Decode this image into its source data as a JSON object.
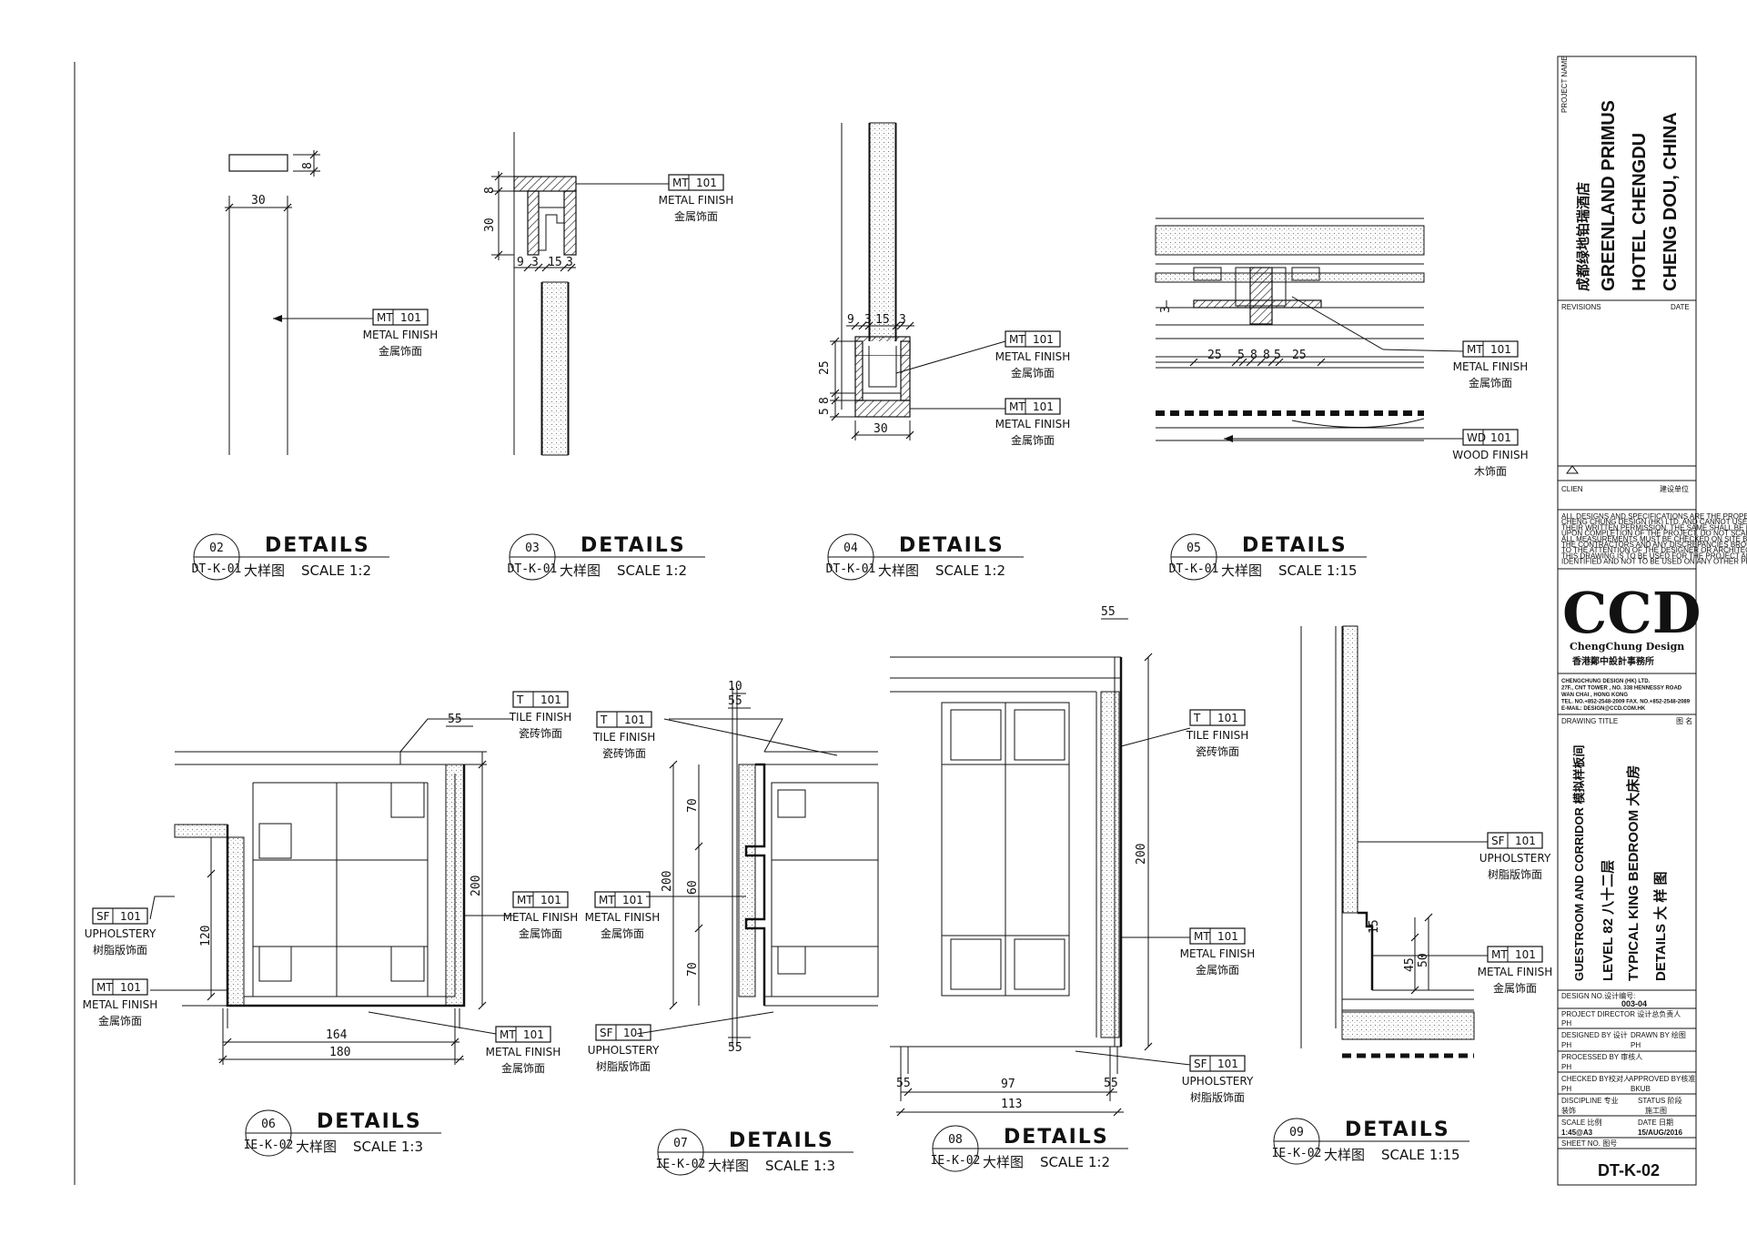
{
  "title_block": {
    "project_name_label": "PROJECT NAME",
    "project_cn": "成都绿地铂瑞酒店",
    "project_lines": [
      "GREENLAND PRIMUS",
      "HOTEL CHENGDU",
      "CHENG DOU, CHINA"
    ],
    "revisions_label": "REVISIONS",
    "date_label": "DATE",
    "client_label": "CLIEN",
    "client_cn": "建设单位",
    "disclaimer": [
      "ALL DESIGNS AND SPECIFICATIONS ARE THE PROPERTY OF",
      "CHENG CHUNG DESIGN (HK) LTD. AND CANNOT USED WITHOUT",
      "THEIR WRITTEN PERMISSION. THE SAME SHALL BE RETURNED",
      "UPON COMPLETION OF THE PROJECT. DO NOT SCALE DRAWINGS.",
      "ALL MEASUREMENTS MUST BE CHECKED ON SITE BY",
      "THE CONTRACTORS AND ANY DISCREPANCIES BROUGHT",
      "TO THE ATTENTION OF THE DESIGNER OR ARCHITECT.",
      "THIS DRAWING IS TO BE USED FOR THE PROJECT AND SITE",
      "IDENTIFIED AND NOT TO BE USED ON ANY OTHER PROJECT."
    ],
    "logo": "CCD",
    "logo_sub": "ChengChung Design",
    "logo_cn": "香港鄭中設計事務所",
    "company": [
      "CHENGCHUNG DESIGN (HK) LTD.",
      "27F., CNT TOWER , NO. 338 HENNESSY ROAD",
      "WAN CHAI , HONG KONG",
      "TEL. NO.+852-2548-2009  FAX. NO.+852-2548-2089",
      "E-MAIL: DESIGN@CCD.COM.HK"
    ],
    "drawing_title_label": "DRAWING TITLE",
    "drawing_title_cn_label": "图 名",
    "title_col1": "GUESTROOM AND CORRIDOR  模拟样板间",
    "title_col2": "LEVEL 82   八十二层",
    "title_col3": "TYPICAL KING BEDROOM  大床房",
    "title_col4": "DETAILS                  大 样 图",
    "design_no_label": "DESIGN NO.设计编号:",
    "design_no": "003-04",
    "project_director_label": "PROJECT DIRECTOR  设计总负责人",
    "project_director": "PH",
    "designed_by_label": "DESIGNED BY  设计",
    "drawn_by_label": "DRAWN BY  绘图",
    "designed_by": "PH",
    "drawn_by": "PH",
    "processed_by_label": "PROCESSED BY 审核人",
    "processed_by": "PH",
    "checked_by_label": "CHECKED BY校对人",
    "approved_by_label": "APPROVED BY核准",
    "checked_by": "PH",
    "approved_by": "BKUB",
    "discipline_label": "DISCIPLINE  专业",
    "status_label": "STATUS  阶段",
    "discipline": "装饰",
    "status": "施工图",
    "scale_label": "SCALE  比例",
    "date_label2": "DATE   日期",
    "scale": "1:45@A3",
    "date": "15/AUG/2016",
    "sheet_no_label": "SHEET NO. 图号",
    "sheet_no": "DT-K-02"
  },
  "details": [
    {
      "num": "02",
      "ref": "DT-K-01",
      "title": "DETAILS",
      "cn": "大样图",
      "scale": "SCALE  1:2"
    },
    {
      "num": "03",
      "ref": "DT-K-01",
      "title": "DETAILS",
      "cn": "大样图",
      "scale": "SCALE  1:2"
    },
    {
      "num": "04",
      "ref": "DT-K-01",
      "title": "DETAILS",
      "cn": "大样图",
      "scale": "SCALE  1:2"
    },
    {
      "num": "05",
      "ref": "DT-K-01",
      "title": "DETAILS",
      "cn": "大样图",
      "scale": "SCALE  1:15"
    },
    {
      "num": "06",
      "ref": "IE-K-02",
      "title": "DETAILS",
      "cn": "大样图",
      "scale": "SCALE  1:3"
    },
    {
      "num": "07",
      "ref": "IE-K-02",
      "title": "DETAILS",
      "cn": "大样图",
      "scale": "SCALE  1:3"
    },
    {
      "num": "08",
      "ref": "IE-K-02",
      "title": "DETAILS",
      "cn": "大样图",
      "scale": "SCALE  1:2"
    },
    {
      "num": "09",
      "ref": "IE-K-02",
      "title": "DETAILS",
      "cn": "大样图",
      "scale": "SCALE  1:15"
    }
  ],
  "tags": {
    "mt": {
      "code": "MT",
      "num": "101",
      "en": "METAL FINISH",
      "cn": "金属饰面"
    },
    "wd": {
      "code": "WD",
      "num": "101",
      "en": "WOOD FINISH",
      "cn": "木饰面"
    },
    "t": {
      "code": "T",
      "num": "101",
      "en": "TILE FINISH",
      "cn": "瓷砖饰面"
    },
    "sf": {
      "code": "SF",
      "num": "101",
      "en": "UPHOLSTERY",
      "cn": "树脂版饰面"
    }
  },
  "dims": {
    "d02": [
      "8",
      "30"
    ],
    "d03": [
      "8",
      "30",
      "9",
      "3",
      "15",
      "3"
    ],
    "d04": [
      "9",
      "3",
      "15",
      "3",
      "25",
      "8",
      "5",
      "30"
    ],
    "d05": [
      "3",
      "25",
      "5",
      "8",
      "8",
      "5",
      "25"
    ],
    "d06": [
      "55",
      "200",
      "120",
      "164",
      "180"
    ],
    "d07": [
      "10",
      "55",
      "70",
      "200",
      "60",
      "70",
      "55"
    ],
    "d08": [
      "55",
      "200",
      "97",
      "113",
      "55",
      "55"
    ],
    "d09": [
      "15",
      "45",
      "50"
    ]
  }
}
